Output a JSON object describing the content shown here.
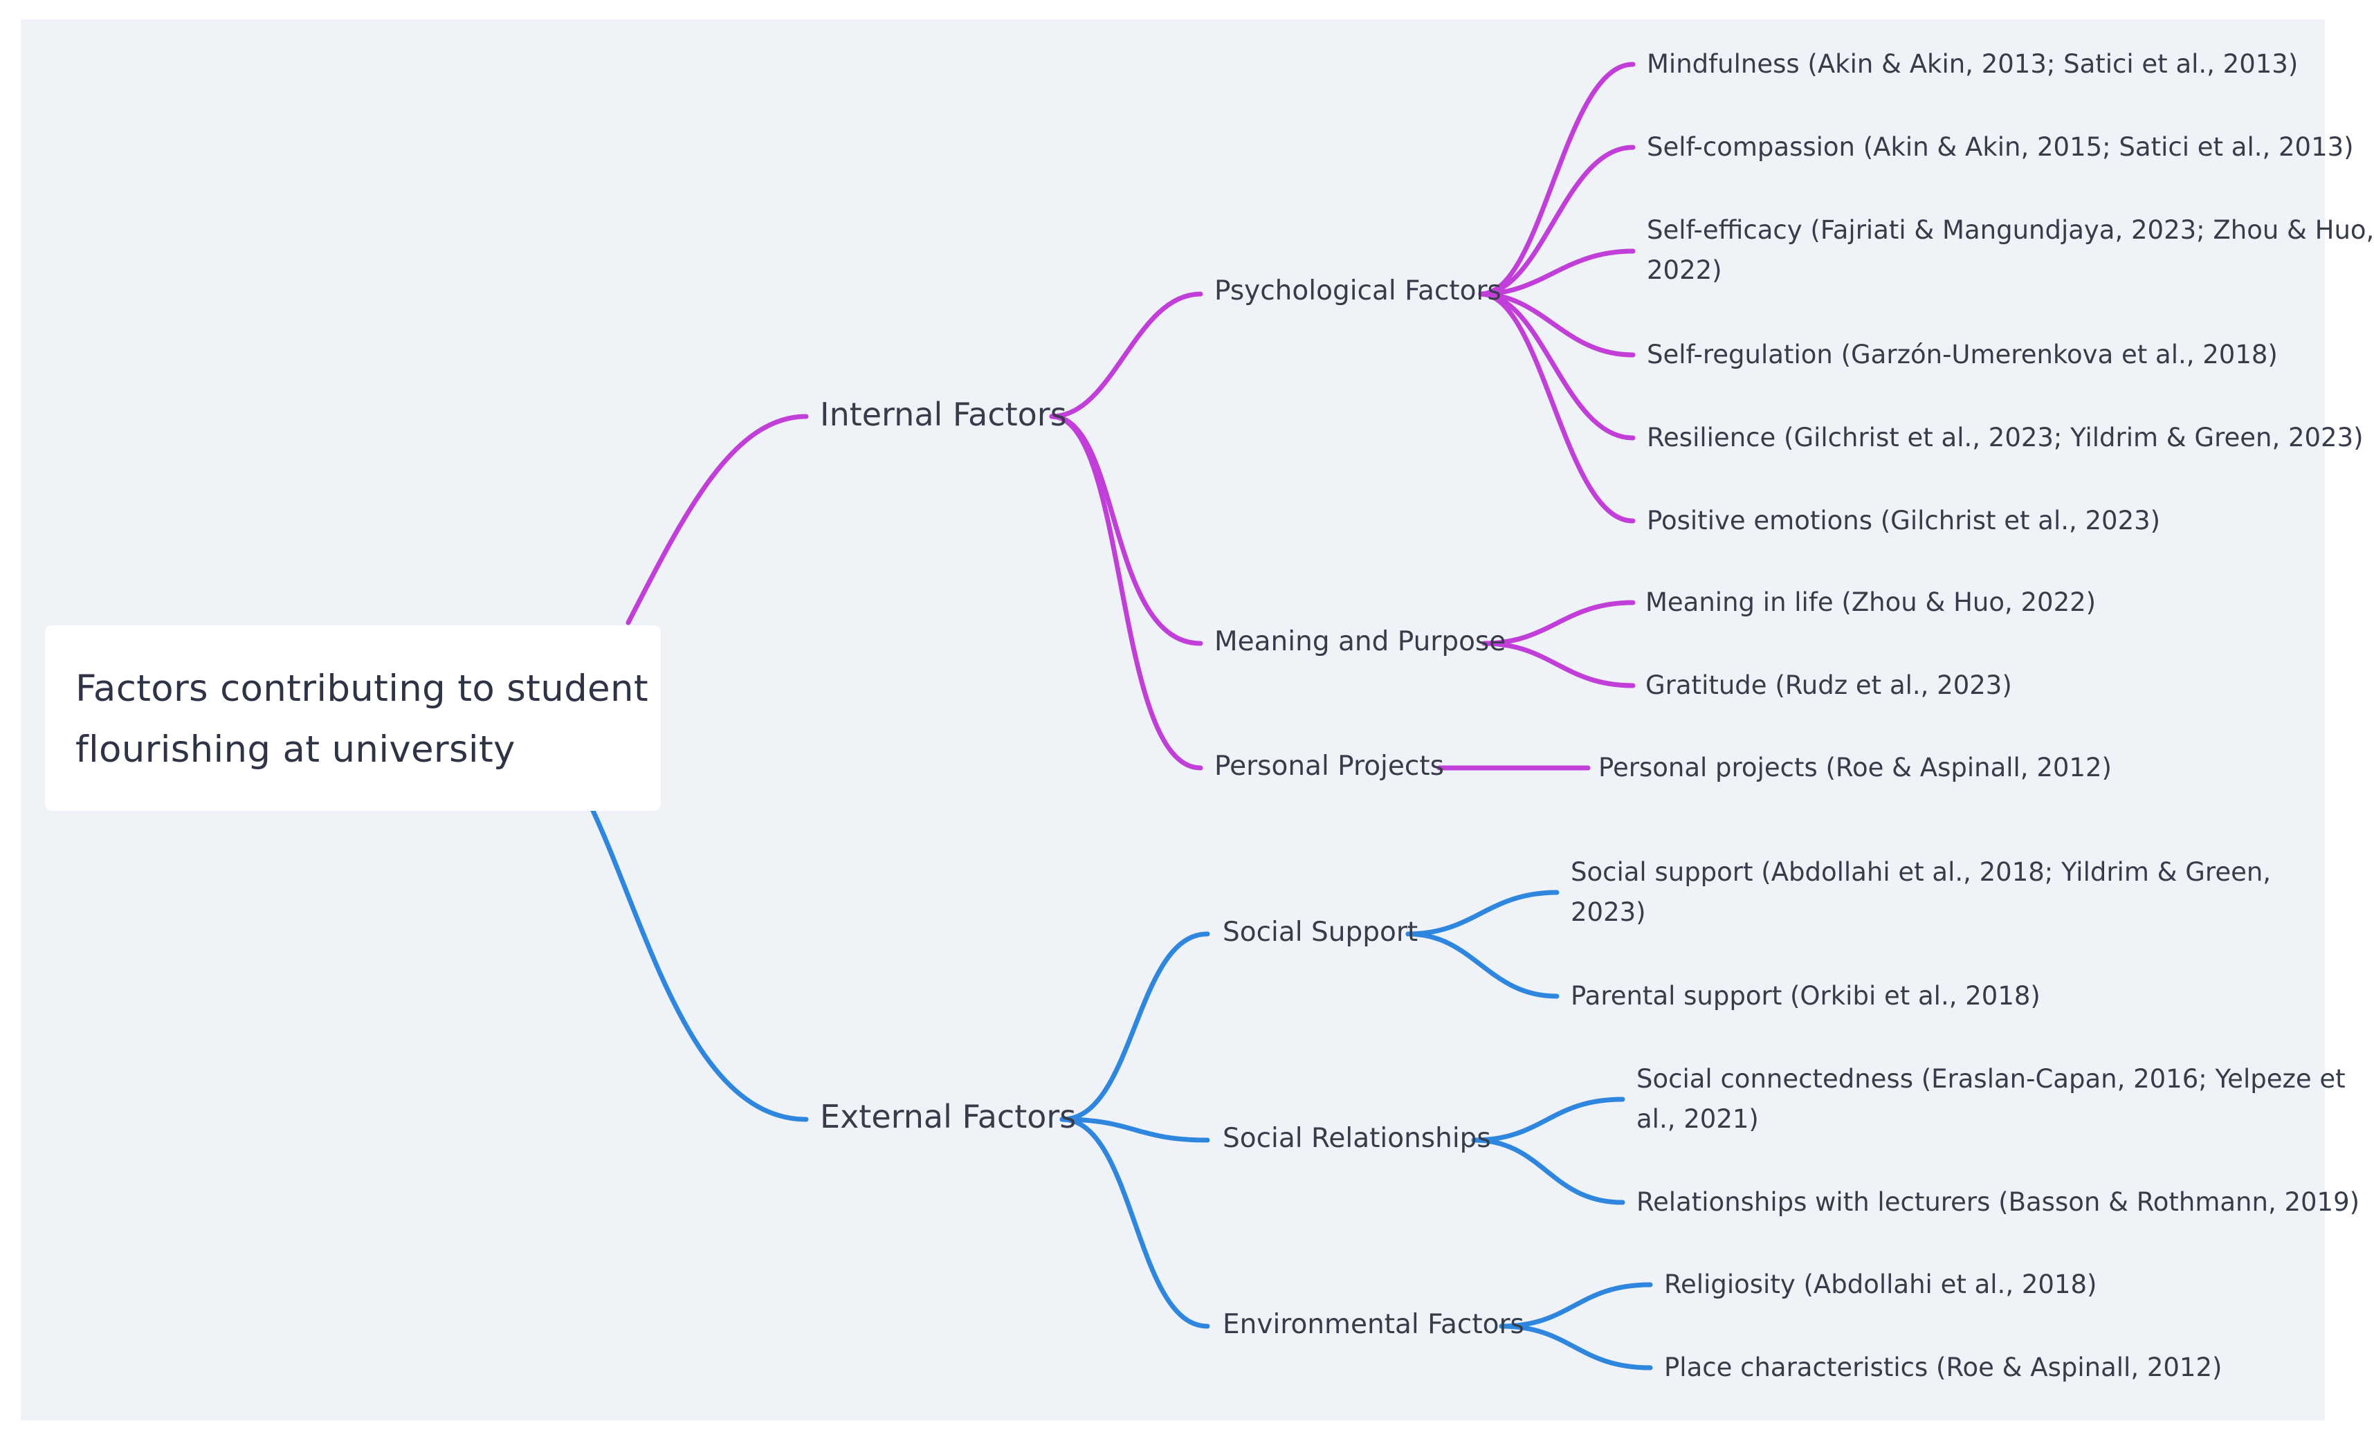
{
  "colors": {
    "background": "#eff2f6",
    "internal_branch": "#c13fd8",
    "external_branch": "#2e86de",
    "text": "#373c4b"
  },
  "root": {
    "title_line1": "Factors contributing to student",
    "title_line2": "flourishing at university"
  },
  "internal": {
    "label": "Internal Factors",
    "psychological": {
      "label": "Psychological Factors",
      "items": [
        "Mindfulness (Akin & Akin, 2013; Satici et al., 2013)",
        "Self-compassion (Akin & Akin, 2015; Satici et al., 2013)",
        "Self-efficacy (Fajriati & Mangundjaya, 2023; Zhou & Huo,",
        "2022)",
        "Self-regulation (Garzón-Umerenkova et al., 2018)",
        "Resilience (Gilchrist et al., 2023; Yildrim & Green, 2023)",
        "Positive emotions (Gilchrist et al., 2023)"
      ]
    },
    "meaning": {
      "label": "Meaning and Purpose",
      "items": [
        "Meaning in life (Zhou & Huo, 2022)",
        "Gratitude (Rudz et al., 2023)"
      ]
    },
    "projects": {
      "label": "Personal Projects",
      "items": [
        "Personal projects (Roe & Aspinall, 2012)"
      ]
    }
  },
  "external": {
    "label": "External Factors",
    "social_support": {
      "label": "Social Support",
      "items": [
        "Social support (Abdollahi et al., 2018; Yildrim & Green,",
        "2023)",
        "Parental support (Orkibi et al., 2018)"
      ]
    },
    "social_relationships": {
      "label": "Social Relationships",
      "items": [
        "Social connectedness (Eraslan-Capan, 2016; Yelpeze et",
        "al., 2021)",
        "Relationships with lecturers (Basson & Rothmann, 2019)"
      ]
    },
    "environmental": {
      "label": "Environmental Factors",
      "items": [
        "Religiosity (Abdollahi et al., 2018)",
        "Place characteristics (Roe & Aspinall, 2012)"
      ]
    }
  }
}
